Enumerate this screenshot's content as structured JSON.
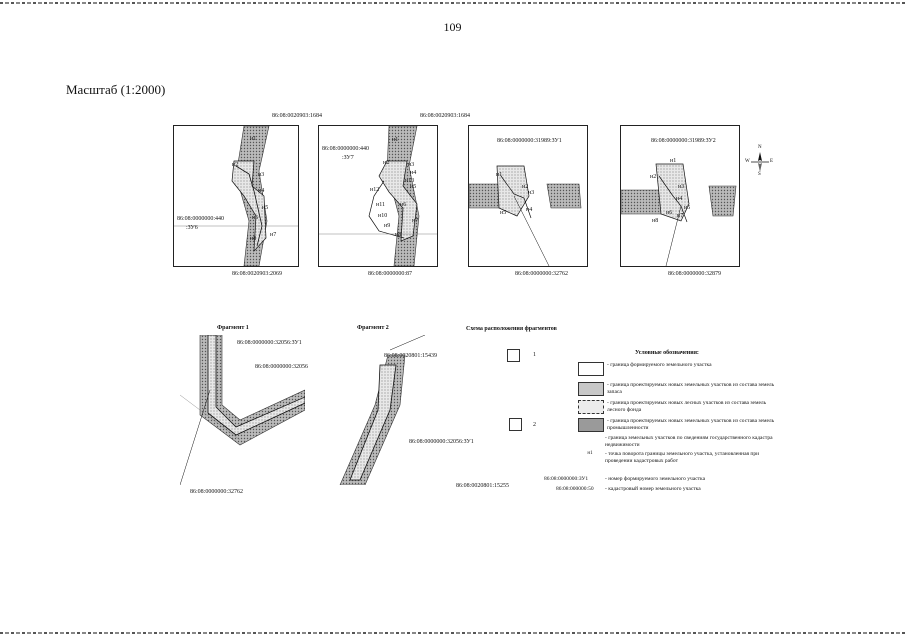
{
  "page_number": "109",
  "scale_label": "Масштаб (1:2000)",
  "maps": [
    {
      "labels": [
        "86:08:0020903:1684",
        "86:08:0000000:440",
        ":ЗУ6",
        "86:08:0020903:2069"
      ],
      "points": [
        "н1",
        "н2",
        "н3",
        "н4",
        "н5",
        "н6",
        "н7",
        "н8"
      ]
    },
    {
      "labels": [
        "86:08:0020903:1684",
        "86:08:0000000:440",
        ":ЗУ7",
        "86:08:0000000:87"
      ],
      "points": [
        "н1",
        "н2",
        "н3",
        "н4",
        "н5",
        "н6",
        "н7",
        "н8",
        "н9",
        "н10",
        "н11",
        "н12",
        "н13"
      ]
    },
    {
      "labels": [
        "86:08:0000000:31989:ЗУ1",
        "86:08:0000000:32762"
      ],
      "points": [
        "н1",
        "н2",
        "н3",
        "н4",
        "н5"
      ]
    },
    {
      "labels": [
        "86:08:0000000:31989:ЗУ2",
        "86:08:0000000:32879"
      ],
      "points": [
        "н1",
        "н2",
        "н3",
        "н4",
        "н5",
        "н6",
        "н7",
        "н8"
      ]
    }
  ],
  "compass": {
    "n": "N",
    "s": "S",
    "w": "W",
    "e": "E"
  },
  "fragment1": {
    "title": "Фрагмент 1",
    "labels": [
      "86:08:0000000:32056:ЗУ1",
      "86:08:0000000:32056",
      "86:08:0000000:32762"
    ]
  },
  "fragment2": {
    "title": "Фрагмент 2",
    "labels": [
      "86:08:0020801:15439",
      "86:08:0000000:32056:ЗУ1",
      "86:08:0020801:15255"
    ]
  },
  "scheme": {
    "title": "Схема расположения фрагментов",
    "items": [
      "1",
      "2"
    ]
  },
  "legend": {
    "title": "Условные обозначения:",
    "items": [
      "- граница формируемого земельного участка",
      "- граница проектируемых новых земельных участков из состава земель запаса",
      "- граница проектируемых новых лесных участков из состава земель лесного фонда",
      "- граница проектируемых новых земельных участков из состава земель промышленности",
      "- граница земельных участков по сведениям государственного кадастра недвижимости",
      "- точка поворота границы земельного участка, установленная при проведении кадастровых работ",
      "- номер формируемого земельного участка",
      "- кадастровый номер земельного участка"
    ],
    "keys": [
      "н1",
      "86:08:0000000:ЗУ1",
      "86:08:000000:50"
    ]
  },
  "colors": {
    "ink": "#111111",
    "hatch": "#9a9a9a",
    "light": "#dddddd"
  }
}
